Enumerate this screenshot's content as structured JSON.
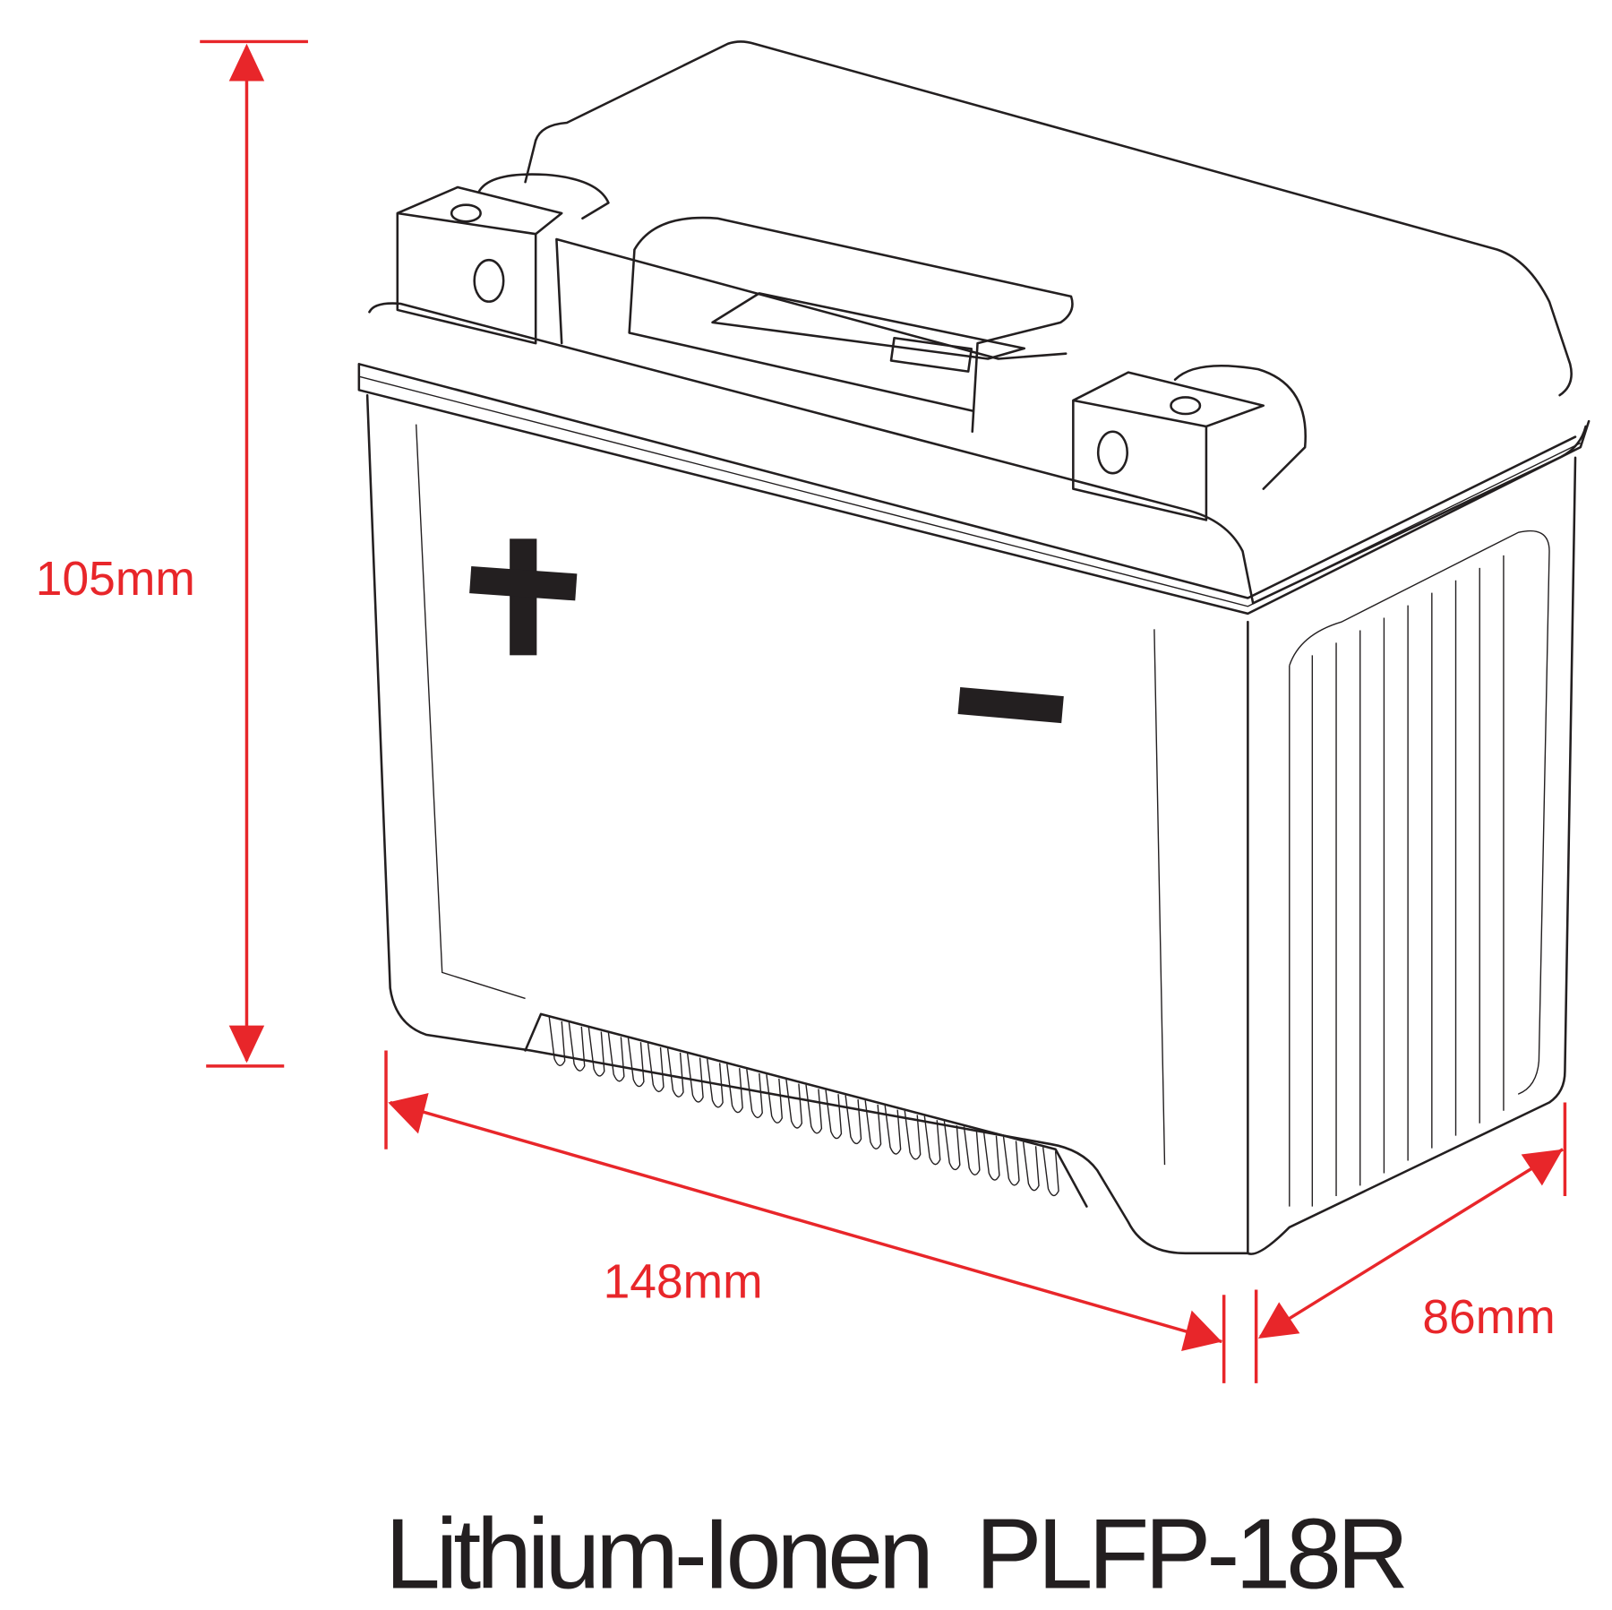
{
  "title": "Lithium-Ionen  PLFP-18R",
  "dimensions": {
    "height": "105mm",
    "length": "148mm",
    "width": "86mm"
  },
  "symbols": {
    "positive": "+",
    "negative": "−"
  },
  "colors": {
    "dimension": "#e8262a",
    "line": "#231f20"
  }
}
